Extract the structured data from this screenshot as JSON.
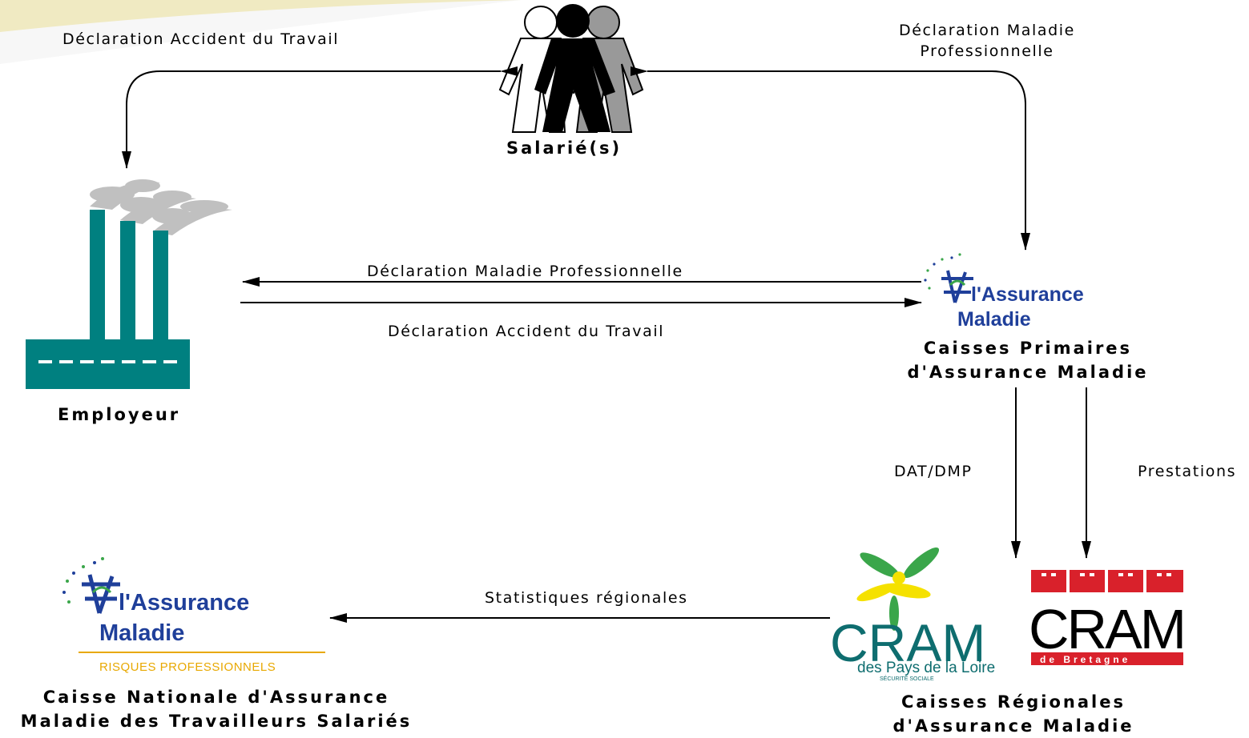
{
  "nodes": {
    "salaries": "Salarié(s)",
    "employeur": "Employeur",
    "cpam_line1": "Caisses Primaires",
    "cpam_line2": "d'Assurance Maladie",
    "cnam_line1": "Caisse Nationale d'Assurance",
    "cnam_line2": "Maladie des Travailleurs Salariés",
    "cram_line1": "Caisses Régionales",
    "cram_line2": "d'Assurance Maladie"
  },
  "edges": {
    "dat_top": "Déclaration Accident du Travail",
    "dmp_top_line1": "Déclaration Maladie",
    "dmp_top_line2": "Professionnelle",
    "dmp_mid": "Déclaration Maladie Professionnelle",
    "dat_mid": "Déclaration Accident du Travail",
    "dat_dmp": "DAT/DMP",
    "prestations": "Prestations",
    "statistiques": "Statistiques régionales"
  },
  "logos": {
    "assurance_word1": "l'Assurance",
    "assurance_word2": "Maladie",
    "risques": "RISQUES PROFESSIONNELS",
    "cram": "CRAM",
    "cram_pdl_sub": "des Pays de la Loire",
    "cram_pdl_small": "SÉCURITÉ SOCIALE",
    "cram_bretagne_sub": "de Bretagne"
  },
  "colors": {
    "factory": "#008080",
    "smoke": "#c0c0c0",
    "banner": "#e8d44d",
    "assurance_blue": "#1f3f9a",
    "assurance_green": "#3aa64a",
    "cram_red": "#d9212b",
    "cram_teal": "#0e6d6f",
    "cram_yellow": "#f5e100"
  }
}
